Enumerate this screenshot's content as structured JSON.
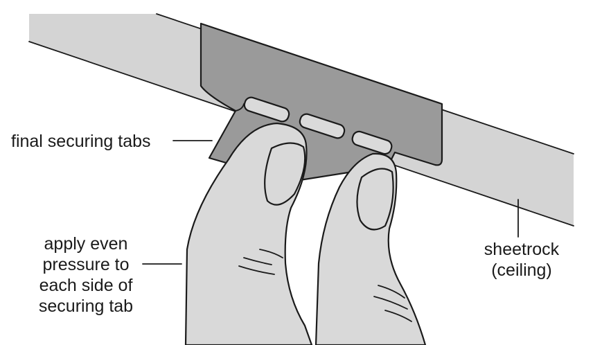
{
  "labels": {
    "final_tabs": "final securing tabs",
    "pressure": [
      "apply even",
      "pressure to",
      "each side of",
      "securing tab"
    ],
    "sheetrock": [
      "sheetrock",
      "(ceiling)"
    ]
  },
  "colors": {
    "sheetrock_fill": "#d4d4d4",
    "bracket_fill": "#9a9a9a",
    "hand_fill": "#d9d9d9",
    "slot_fill": "#dadada",
    "outline": "#1a1a1a",
    "background": "#ffffff"
  }
}
